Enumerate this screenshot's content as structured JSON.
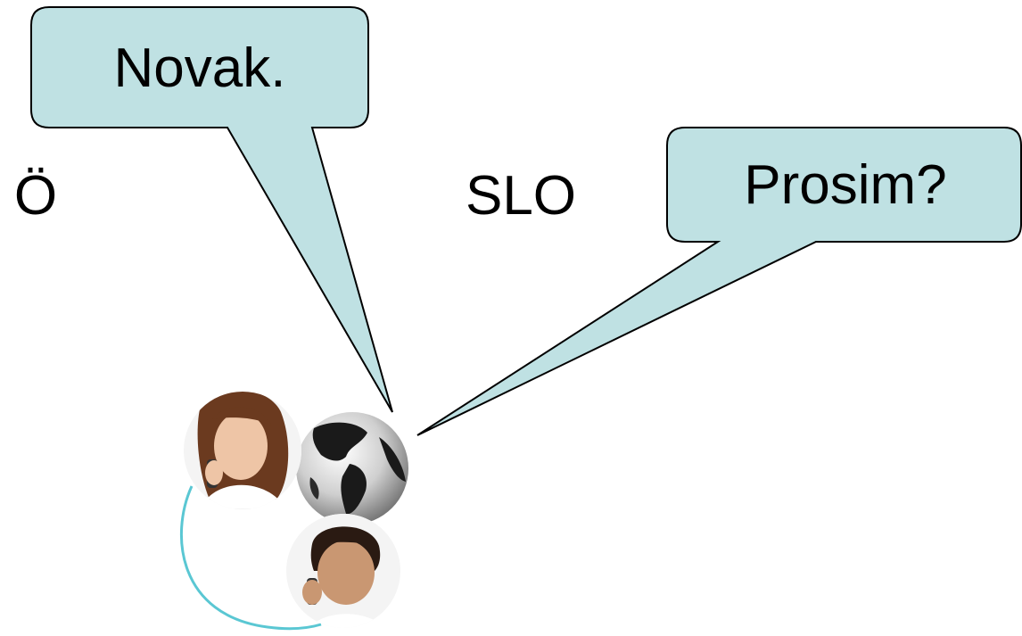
{
  "bubbles": {
    "left": {
      "text": "Novak.",
      "fill": "#bfe1e3",
      "stroke": "#000000"
    },
    "right": {
      "text": "Prosim?",
      "fill": "#bfe1e3",
      "stroke": "#000000"
    }
  },
  "labels": {
    "left_country": "Ö",
    "right_country": "SLO"
  },
  "illustration": {
    "icon": "phone-call-globe-icon",
    "ring_color": "#5ac7d3"
  }
}
